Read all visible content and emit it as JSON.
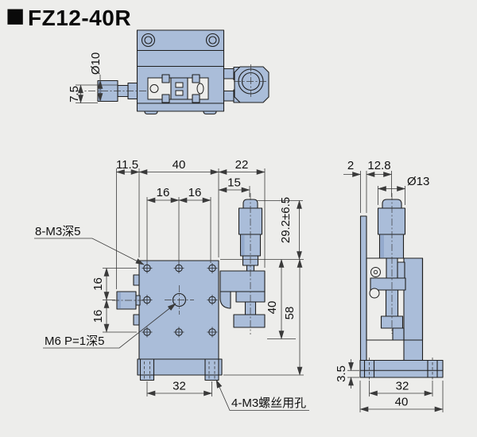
{
  "title": {
    "bullet": "■",
    "text": "FZ12-40R"
  },
  "colors": {
    "background": "#ededeb",
    "part_fill": "#aabdd9",
    "part_shade": "#93a9cc",
    "outline": "#1f1f1f",
    "dimension_lines": "#3a3a3a",
    "text": "#111111"
  },
  "top_view": {
    "dim_knob_offset": "7.5",
    "dim_knob_diameter": "Ø10"
  },
  "front_view": {
    "dim_left_offset": "11.5",
    "dim_stage_width": "40",
    "dim_right_offset": "22",
    "dim_mic_center": "15",
    "dim_hole_span_a": "16",
    "dim_hole_span_b": "16",
    "dim_hole_rise_a": "16",
    "dim_hole_rise_b": "16",
    "dim_travel": "29.2±6.5",
    "dim_body_height": "40",
    "dim_total_height": "58",
    "dim_foot_span": "32",
    "label_top_holes": "8-M3深5",
    "label_center_hole": "M6 P=1深5",
    "label_base_holes": "4-M3螺丝用孔"
  },
  "side_view": {
    "dim_plate_thickness": "2",
    "dim_mic_offset": "12.8",
    "dim_mic_diameter": "Ø13",
    "dim_base_step": "3.5",
    "dim_foot_span": "32",
    "dim_base_width": "40"
  }
}
